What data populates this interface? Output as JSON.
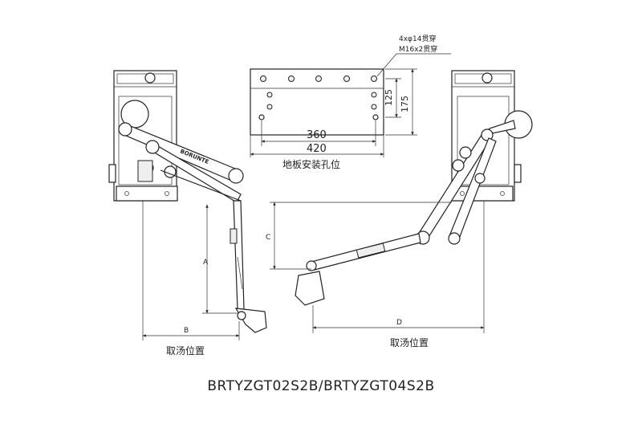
{
  "plate": {
    "holes_note": "4xφ14贯穿",
    "thread_note": "M16x2贯穿",
    "dim_360": "360",
    "dim_420": "420",
    "dim_125": "125",
    "dim_175": "175",
    "caption": "地板安装孔位"
  },
  "left_view": {
    "label_a": "A",
    "label_b": "B",
    "caption": "取汤位置",
    "arm_brand": "BORUNTE"
  },
  "right_view": {
    "label_c": "C",
    "label_d": "D",
    "caption": "取汤位置"
  },
  "model_title": "BRTYZGT02S2B/BRTYZGT04S2B"
}
